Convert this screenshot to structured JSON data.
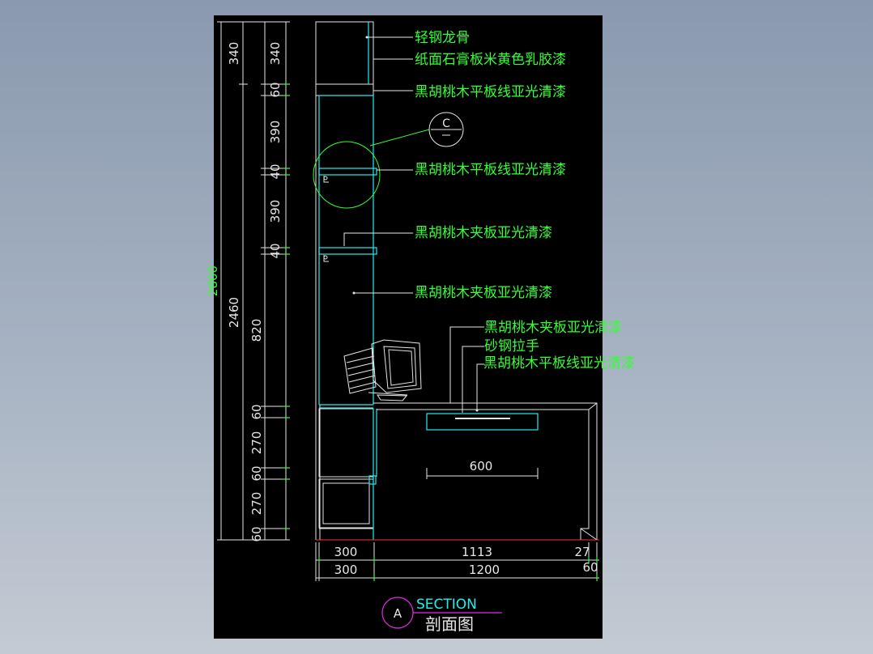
{
  "drawing": {
    "dims_left_outer": [
      "340",
      "60",
      "390",
      "40",
      "390",
      "40",
      "820",
      "60",
      "270",
      "60",
      "270",
      "60"
    ],
    "dims_left_mid": [
      "340",
      "2460"
    ],
    "dim_overall": "2800",
    "bottom_dims_row1": [
      "300",
      "1113",
      "27"
    ],
    "bottom_dims_row2": [
      "300",
      "1200",
      "60"
    ],
    "dim_inner": "600",
    "detail_marker": "C",
    "section_marker": "A",
    "title_en": "SECTION",
    "title_cn": "剖面图",
    "labels": [
      "轻钢龙骨",
      "纸面石膏板米黄色乳胶漆",
      "黑胡桃木平板线亚光清漆",
      "黑胡桃木平板线亚光清漆",
      "黑胡桃木夹板亚光清漆",
      "黑胡桃木夹板亚光清漆",
      "黑胡桃木夹板亚光清漆",
      "砂钢拉手",
      "黑胡桃木平板线亚光清漆"
    ]
  }
}
